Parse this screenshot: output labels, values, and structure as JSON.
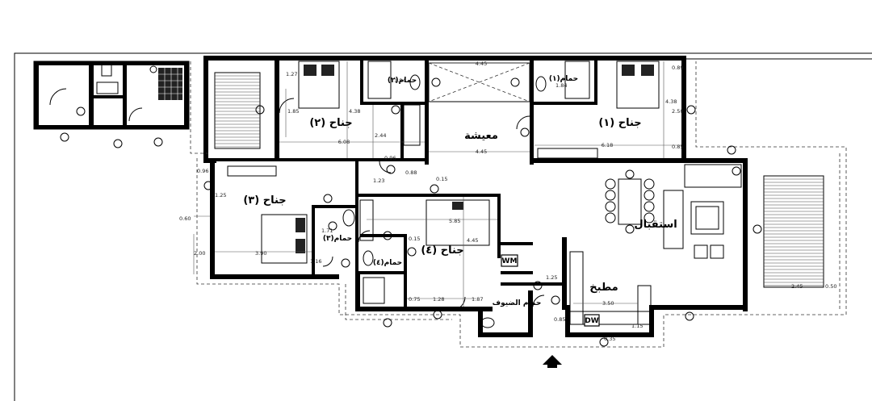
{
  "rooms": {
    "suite1": "جناح (١)",
    "suite2": "جناح (٢)",
    "suite3": "جناح (٣)",
    "suite4": "جناح (٤)",
    "living": "معيشة",
    "reception": "استقبال",
    "kitchen": "مطبخ",
    "bath1": "حمام(١)",
    "bath2": "حمام(٢)",
    "bath3": "حمام(٣)",
    "bath4": "حمام(٤)",
    "guest_bath": "حمام الضيوف"
  },
  "appliances": {
    "wm": "WM",
    "dw": "DW"
  },
  "dimensions": {
    "d_445_top": "4.45",
    "d_445_mid": "4.45",
    "d_608": "6.08",
    "d_618": "6.18",
    "d_438_left": "4.38",
    "d_438_right": "4.38",
    "d_185": "1.85",
    "d_244": "2.44",
    "d_127": "1.27",
    "d_184_a": "1.84",
    "d_184_b": "1.84",
    "d_250": "2.50",
    "d_096": "0.96",
    "d_096_b": "0.96",
    "d_088": "0.88",
    "d_015": "0.15",
    "d_015_b": "0.15",
    "d_123": "1.23",
    "d_125": "1.25",
    "d_125_b": "1.25",
    "d_060": "0.60",
    "d_200": "2.00",
    "d_390": "3.90",
    "d_585": "5.85",
    "d_445_s4": "4.45",
    "d_128": "1.28",
    "d_187": "1.87",
    "d_075": "0.75",
    "d_085": "0.85",
    "d_035": "0.35",
    "d_350": "3.50",
    "d_245": "2.45",
    "d_050": "0.50",
    "d_115": "1.15",
    "d_171": "1.71",
    "d_116": "1.16",
    "d_089": "0.89",
    "d_085_b": "0.85"
  }
}
